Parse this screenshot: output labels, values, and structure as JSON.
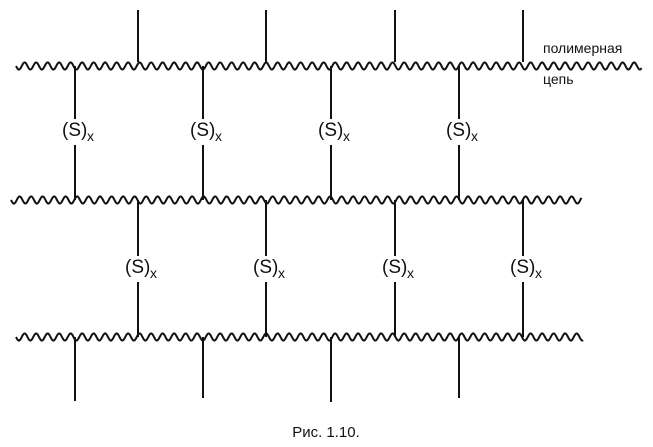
{
  "diagram": {
    "chain_label_line1": "полимерная",
    "chain_label_line2": "цепь",
    "bridge_main": "(S)",
    "bridge_subscript": "x",
    "caption": "Рис. 1.10.",
    "stroke_color": "#111111"
  }
}
